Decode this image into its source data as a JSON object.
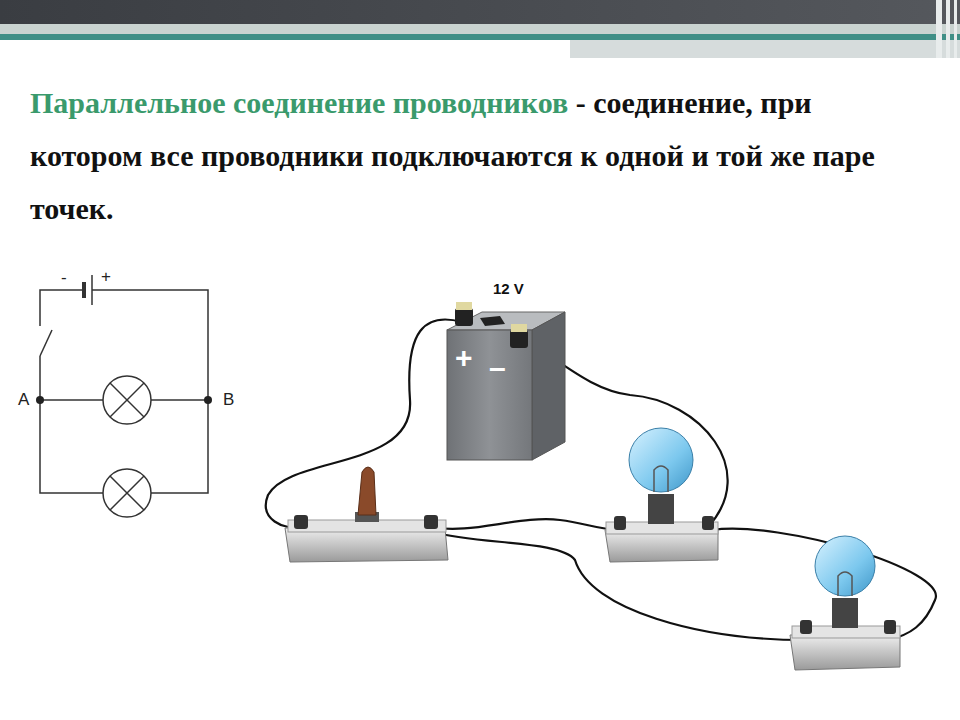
{
  "diagram": {
    "title": "Параллельное соединение проводников",
    "caption": "- соединение, при котором все проводники подключаются к одной и той же паре точек.",
    "labels": [
      "-",
      "+",
      "A",
      "B",
      "12 V",
      "+",
      "–"
    ]
  }
}
